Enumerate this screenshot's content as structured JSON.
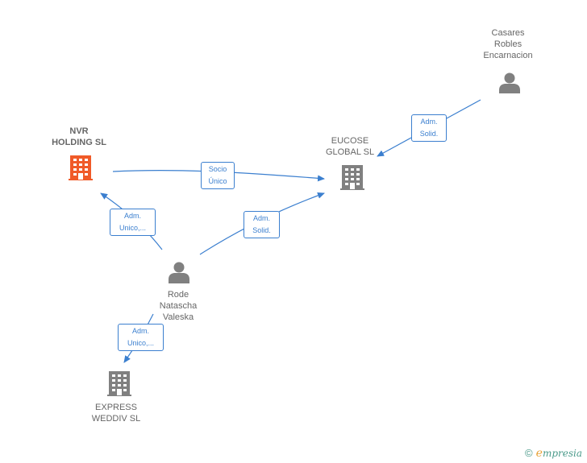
{
  "colors": {
    "edge": "#3b7fcf",
    "person": "#808080",
    "company": "#808080",
    "company_highlight": "#f05a28"
  },
  "nodes": {
    "casares": {
      "label": "Casares\nRobles\nEncarnacion",
      "icon": "person-icon"
    },
    "eucose": {
      "label": "EUCOSE\nGLOBAL  SL",
      "icon": "building-icon"
    },
    "nvr": {
      "label": "NVR\nHOLDING  SL",
      "icon": "building-icon"
    },
    "rode": {
      "label": "Rode\nNatascha\nValeska",
      "icon": "person-icon"
    },
    "express": {
      "label": "EXPRESS\nWEDDIV  SL",
      "icon": "building-icon"
    }
  },
  "edges": {
    "casares_eucose": "Adm.\nSolid.",
    "nvr_eucose": "Socio\nÚnico",
    "rode_nvr": "Adm.\nUnico,...",
    "rode_eucose": "Adm.\nSolid.",
    "rode_express": "Adm.\nUnico,..."
  },
  "brand": {
    "copyright": "©",
    "first_letter": "e",
    "rest": "mpresia"
  }
}
